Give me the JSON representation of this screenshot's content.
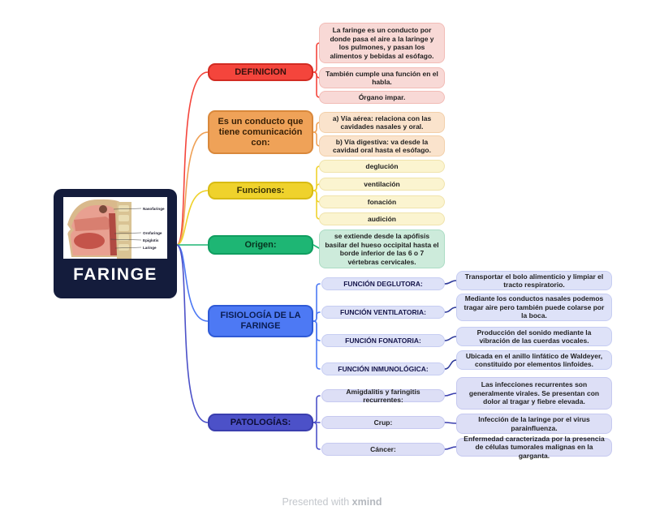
{
  "center": {
    "title": "FARINGE",
    "image_labels": [
      "Nasofaringe",
      "Orofaringe",
      "Epiglotis",
      "Laringe"
    ]
  },
  "palette": {
    "center_bg": "#141c3c",
    "red": "#f4453c",
    "orange": "#efa258",
    "yellow": "#efd22c",
    "green": "#1eb674",
    "blue": "#4d79f4",
    "indigo": "#4c51c8"
  },
  "branches": [
    {
      "label": "DEFINICION",
      "children": [
        "La faringe es un conducto por donde pasa el aire a la laringe y los pulmones, y pasan los alimentos y bebidas al esófago.",
        "También cumple una función en el habla.",
        "Órgano impar."
      ]
    },
    {
      "label": "Es un conducto que tiene comunicación con:",
      "children": [
        "a) Vía aérea: relaciona con las cavidades nasales y oral.",
        "b) Vía digestiva: va desde la cavidad oral hasta el esófago."
      ]
    },
    {
      "label": "Funciones:",
      "children": [
        "deglución",
        "ventilación",
        "fonación",
        "audición"
      ]
    },
    {
      "label": "Origen:",
      "children": [
        "se extiende desde la apófisis basilar del hueso occipital hasta el borde inferior de las 6 o 7 vértebras cervicales."
      ]
    },
    {
      "label": "FISIOLOGÍA DE LA FARINGE",
      "children": [
        {
          "label": "FUNCIÓN DEGLUTORA:",
          "detail": "Transportar el bolo alimenticio y limpiar el tracto respiratorio."
        },
        {
          "label": "FUNCIÓN VENTILATORIA:",
          "detail": "Mediante los conductos nasales podemos tragar aire pero también puede colarse por la boca."
        },
        {
          "label": "FUNCIÓN FONATORIA:",
          "detail": "Producción del sonido mediante la vibración de las cuerdas vocales."
        },
        {
          "label": "FUNCIÓN INMUNOLÓGICA:",
          "detail": "Ubicada en el anillo linfático de Waldeyer, constituido por elementos linfoides."
        }
      ]
    },
    {
      "label": "PATOLOGÍAS:",
      "children": [
        {
          "label": "Amigdalitis y faringitis recurrentes:",
          "detail": "Las infecciones recurrentes son generalmente virales. Se presentan con dolor al tragar y fiebre elevada."
        },
        {
          "label": "Crup:",
          "detail": "Infección de la laringe por el virus parainfluenza."
        },
        {
          "label": "Cáncer:",
          "detail": "Enfermedad caracterizada por la presencia de células tumorales malignas en la garganta."
        }
      ]
    }
  ],
  "footer": {
    "text": "Presented with",
    "brand": "xmind"
  }
}
